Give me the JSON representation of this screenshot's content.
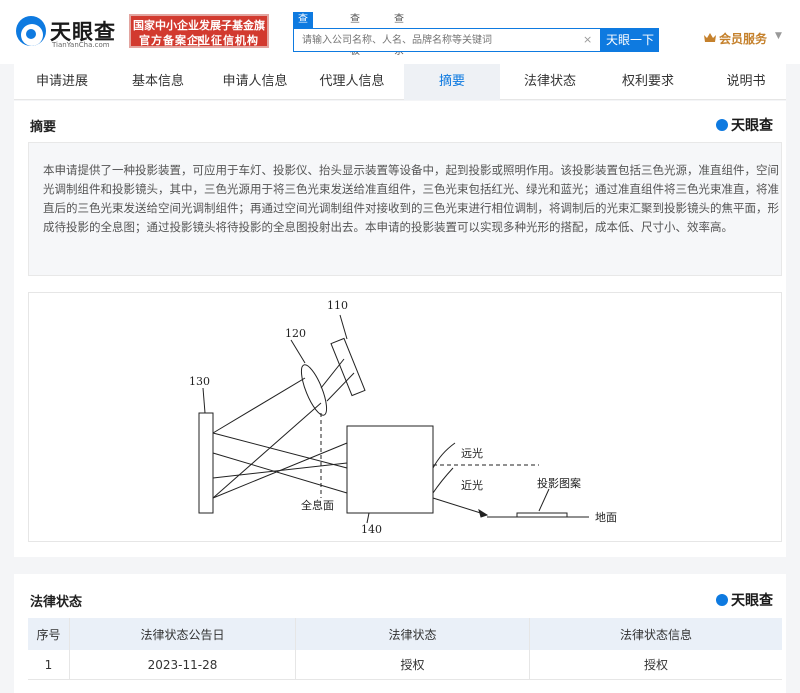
{
  "brand": {
    "name": "天眼查",
    "sub": "TianYanCha.com",
    "badge_line1": "国家中小企业发展子基金旗下",
    "badge_line2": "官方备案企业征信机构"
  },
  "search": {
    "tabs": [
      "查公司",
      "查老板",
      "查关系"
    ],
    "active_tab": 0,
    "placeholder": "请输入公司名称、人名、品牌名称等关键词",
    "clear": "×",
    "button": "天眼一下"
  },
  "member": {
    "label": "会员服务",
    "caret": "▼"
  },
  "tabs": [
    "申请进展",
    "基本信息",
    "申请人信息",
    "代理人信息",
    "摘要",
    "法律状态",
    "权利要求",
    "说明书"
  ],
  "active_tab_index": 4,
  "abstract": {
    "title": "摘要",
    "logo": "天眼查",
    "text": "本申请提供了一种投影装置，可应用于车灯、投影仪、抬头显示装置等设备中，起到投影或照明作用。该投影装置包括三色光源，准直组件，空间光调制组件和投影镜头，其中，三色光源用于将三色光束发送给准直组件，三色光束包括红光、绿光和蓝光；通过准直组件将三色光束准直，将准直后的三色光束发送给空间光调制组件；再通过空间光调制组件对接收到的三色光束进行相位调制，将调制后的光束汇聚到投影镜头的焦平面，形成待投影的全息图；通过投影镜头将待投影的全息图投射出去。本申请的投影装置可以实现多种光形的搭配，成本低、尺寸小、效率高。"
  },
  "figure": {
    "labels": {
      "n110": "110",
      "n120": "120",
      "n130": "130",
      "n140": "140",
      "far": "远光",
      "near": "近光",
      "hologram": "全息面",
      "pattern": "投影图案",
      "ground": "地面"
    }
  },
  "legal": {
    "title": "法律状态",
    "logo": "天眼查",
    "headers": [
      "序号",
      "法律状态公告日",
      "法律状态",
      "法律状态信息"
    ],
    "rows": [
      [
        "1",
        "2023-11-28",
        "授权",
        "授权"
      ]
    ]
  },
  "colors": {
    "accent": "#0e7ae0",
    "badge": "#d23a2f",
    "member": "#c5812c"
  }
}
